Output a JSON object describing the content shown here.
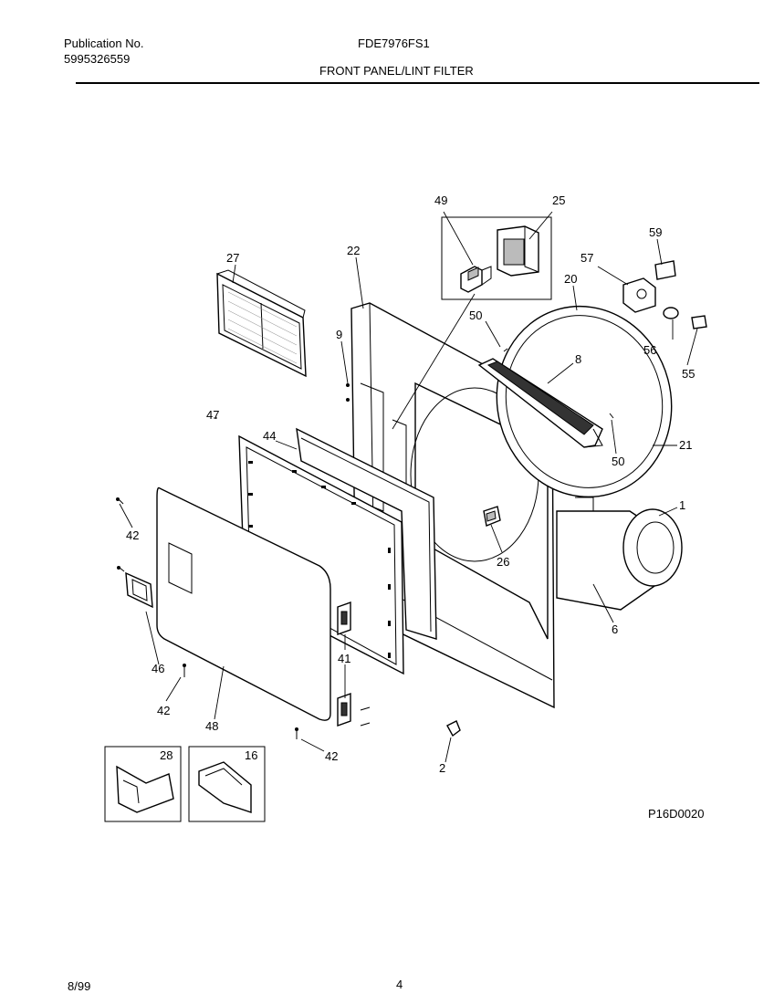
{
  "header": {
    "publication_label": "Publication No.",
    "publication_number": "5995326559",
    "model": "FDE7976FS1",
    "section_title": "FRONT PANEL/LINT FILTER"
  },
  "diagram": {
    "part_labels": {
      "p49": "49",
      "p25": "25",
      "p27": "27",
      "p22": "22",
      "p59": "59",
      "p57": "57",
      "p20": "20",
      "p9": "9",
      "p50a": "50",
      "p56": "56",
      "p55": "55",
      "p8": "8",
      "p47": "47",
      "p44": "44",
      "p21": "21",
      "p50b": "50",
      "p1": "1",
      "p42a": "42",
      "p26": "26",
      "p6": "6",
      "p41": "41",
      "p46": "46",
      "p42b": "42",
      "p48": "48",
      "p42c": "42",
      "p2": "2",
      "p28": "28",
      "p16": "16"
    },
    "figure_code": "P16D0020"
  },
  "footer": {
    "date": "8/99",
    "page_number": "4"
  }
}
